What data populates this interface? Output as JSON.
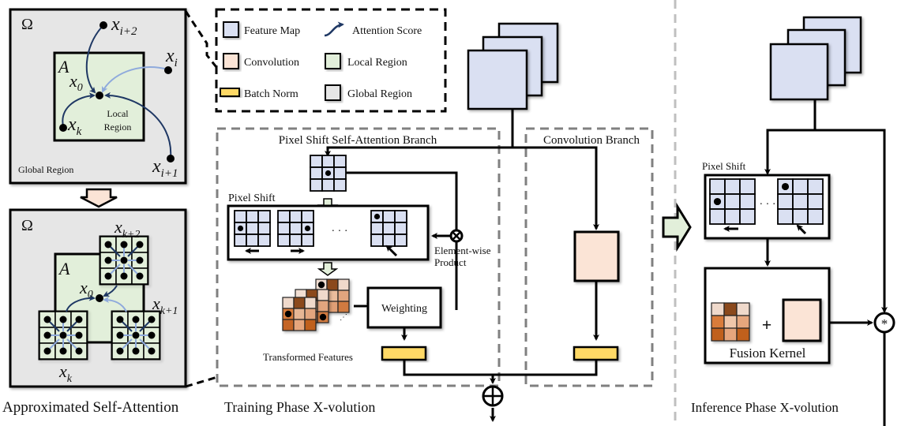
{
  "colors": {
    "feature_map": "#dae0f2",
    "convolution": "#fbe4d6",
    "batch_norm": "#ffd966",
    "local_region": "#e2efda",
    "global_region": "#e6e6e6",
    "attention_dark": "#1f3864",
    "attention_light": "#8faadc",
    "arrow_green": "#e2efda",
    "arrow_peach": "#fbe4d6",
    "dash_gray": "#808080"
  },
  "legend": {
    "items": [
      {
        "label": "Feature Map",
        "swatch": "feature_map"
      },
      {
        "label": "Attention Score",
        "swatch": "attention-curve"
      },
      {
        "label": "Convolution",
        "swatch": "convolution"
      },
      {
        "label": "Local Region",
        "swatch": "local_region"
      },
      {
        "label": "Batch Norm",
        "swatch": "batch_norm"
      },
      {
        "label": "Global Region",
        "swatch": "global_region"
      }
    ]
  },
  "left_panel": {
    "top": {
      "omega": "Ω",
      "region_a": "A",
      "x0": "x",
      "x0_sub": "0",
      "xi": "x",
      "xi_sub": "i",
      "xi2": "x",
      "xi2_sub": "i+2",
      "xi1": "x",
      "xi1_sub": "i+1",
      "xk": "x",
      "xk_sub": "k",
      "local_region_line1": "Local",
      "local_region_line2": "Region",
      "global_region": "Global Region"
    },
    "bottom": {
      "omega": "Ω",
      "region_a": "A",
      "x0": "x",
      "x0_sub": "0",
      "xk": "x",
      "xk_sub": "k",
      "xk1": "x",
      "xk1_sub": "k+1",
      "xk2": "x",
      "xk2_sub": "k+2"
    },
    "caption": "Approximated Self-Attention"
  },
  "training": {
    "psa_branch_title": "Pixel Shift Self-Attention Branch",
    "conv_branch_title": "Convolution Branch",
    "pixel_shift_label": "Pixel Shift",
    "ellipsis": "· · ·",
    "elementwise_line1": "Element-wise",
    "elementwise_line2": "Product",
    "weighting": "Weighting",
    "transformed_features": "Transformed Features",
    "caption": "Training Phase X-volution",
    "product_symbol": "⊗",
    "sum_symbol": "⊕"
  },
  "inference": {
    "pixel_shift_label": "Pixel Shift",
    "ellipsis": "· · ·",
    "plus": "+",
    "fusion_kernel": "Fusion Kernel",
    "conv_symbol": "*",
    "caption": "Inference Phase X-volution"
  }
}
